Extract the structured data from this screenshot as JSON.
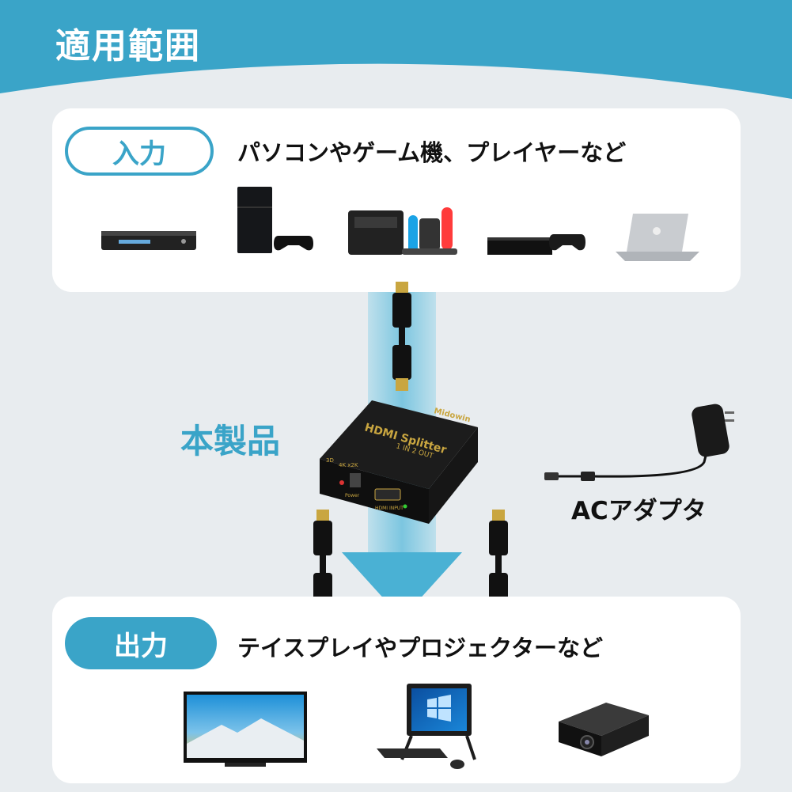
{
  "header": {
    "title": "適用範囲"
  },
  "input": {
    "label": "入力",
    "description": "パソコンやゲーム機、プレイヤーなど",
    "devices": [
      "dvd-player-icon",
      "playstation-icon",
      "switch-icon",
      "xbox-icon",
      "laptop-icon"
    ]
  },
  "product": {
    "label": "本製品",
    "brand": "Midowin",
    "badge": "HDMI Splitter",
    "subtitle": "1 IN 2 OUT",
    "spec_3d": "3D",
    "spec_res": "4K x2K",
    "port_power": "Power",
    "port_input": "HDMI INPUT"
  },
  "adapter": {
    "label": "ACアダプタ"
  },
  "output": {
    "label": "出力",
    "description": "テイスプレイやプロジェクターなど",
    "devices": [
      "tv-icon",
      "desktop-pc-icon",
      "projector-icon"
    ]
  },
  "colors": {
    "accent": "#3aa4c8",
    "arrow": "#4ab1d4",
    "background": "#e8ecef"
  }
}
